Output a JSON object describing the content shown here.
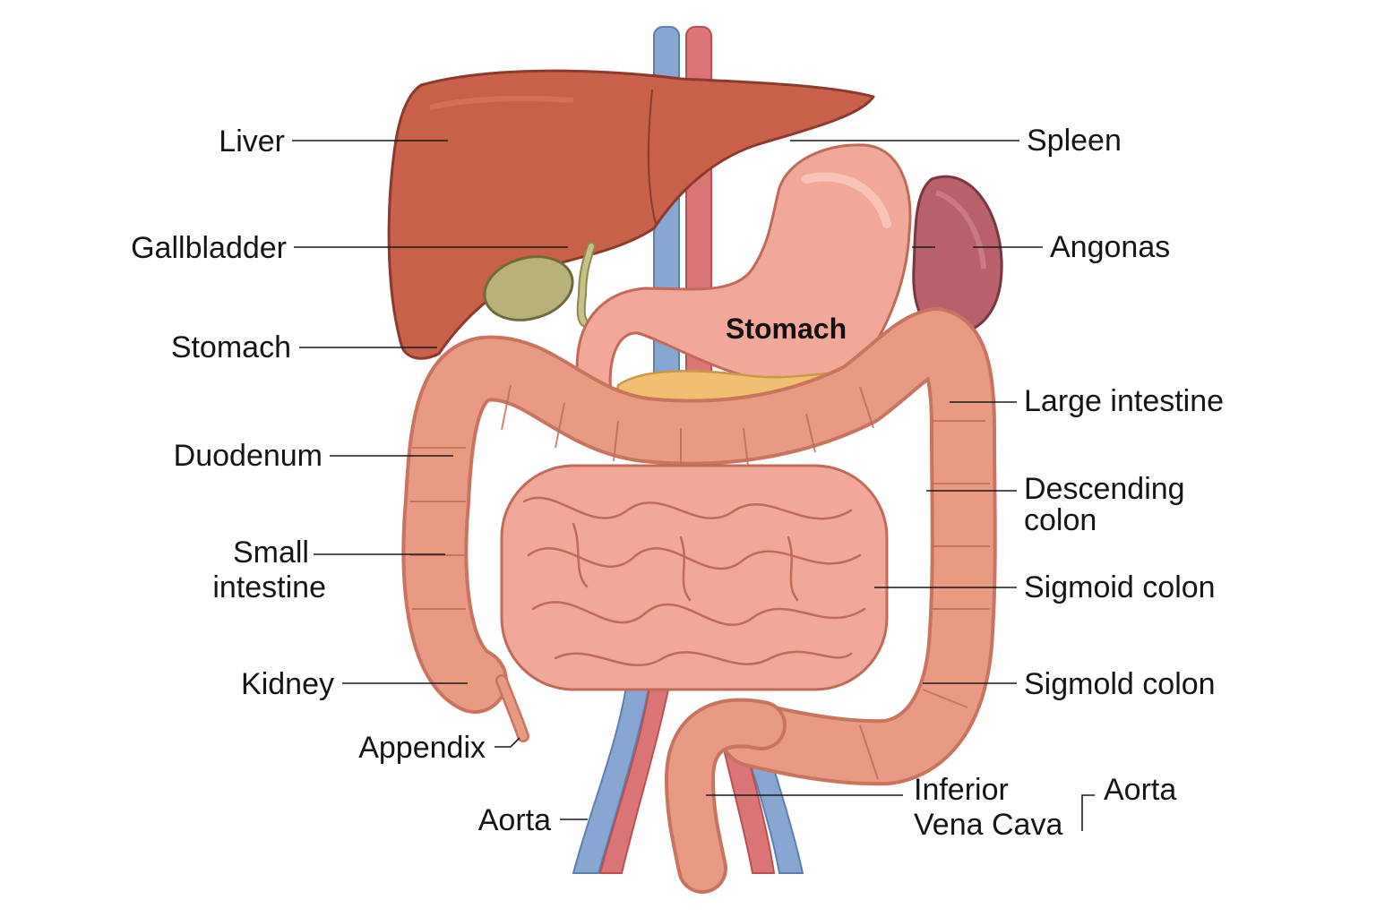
{
  "colors": {
    "liver": "#c8604a",
    "gallbladder": "#b8b27a",
    "stomach": "#f2a898",
    "spleen": "#b8616b",
    "pancreas": "#f0c070",
    "intestine": "#e89a82",
    "aorta": "#d96b6b",
    "vena_cava": "#7f9fcc",
    "label_text": "#151515"
  },
  "labels": {
    "liver": "Liver",
    "gallbladder": "Gallbladder",
    "stomach_left": "Stomach",
    "duodenum": "Duodenum",
    "small_intestine_line1": "Small",
    "small_intestine_line2": "intestine",
    "kidney": "Kidney",
    "appendix": "Appendix",
    "aorta_left": "Aorta",
    "spleen": "Spleen",
    "angonas": "Angonas",
    "stomach_center": "Stomach",
    "large_intestine": "Large intestine",
    "descending_line1": "Descending",
    "descending_line2": "colon",
    "sigmoid_colon_1": "Sigmoid colon",
    "sigmoid_colon_2": "Sigmold colon",
    "ivc_line1": "Inferior",
    "ivc_line2": "Vena Cava",
    "aorta_right": "Aorta"
  }
}
